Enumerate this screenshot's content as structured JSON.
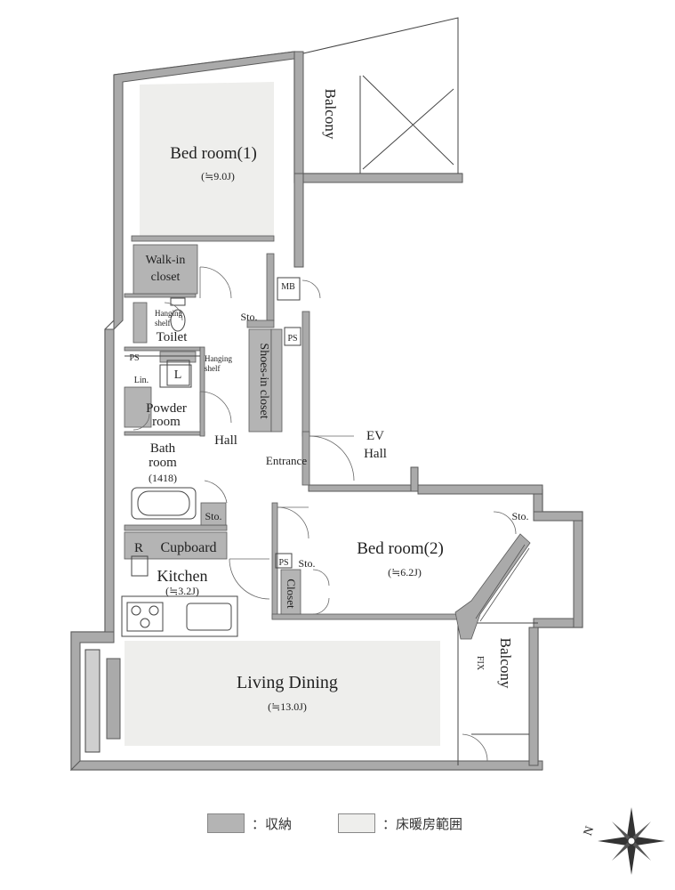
{
  "colors": {
    "wall": "#aaaaaa",
    "wall_edge": "#5a5a5a",
    "storage": "#b4b4b4",
    "floor_heating": "#eeeeec",
    "line": "#444444"
  },
  "rooms": {
    "bedroom1": {
      "name": "Bed room(1)",
      "size": "(≒9.0J)"
    },
    "bedroom2": {
      "name": "Bed room(2)",
      "size": "(≒6.2J)"
    },
    "kitchen": {
      "name": "Kitchen",
      "size": "(≒3.2J)"
    },
    "living": {
      "name": "Living Dining",
      "size": "(≒13.0J)"
    },
    "walkin_closet": {
      "line1": "Walk-in",
      "line2": "closet"
    },
    "toilet": "Toilet",
    "powder_room": {
      "line1": "Powder",
      "line2": "room"
    },
    "bath_room": {
      "line1": "Bath",
      "line2": "room",
      "size": "(1418)"
    },
    "hall": "Hall",
    "entrance": "Entrance",
    "ev_hall": {
      "line1": "EV",
      "line2": "Hall"
    },
    "shoes_in_closet": "Shoes-in closet",
    "closet": "Closet",
    "cupboard": "Cupboard",
    "balcony_top": "Balcony",
    "balcony_right": "Balcony"
  },
  "small_labels": {
    "mb": "MB",
    "ps_top": "PS",
    "ps_left": "PS",
    "ps_bed2": "PS",
    "sto_top": "Sto.",
    "sto_kitchen": "Sto.",
    "sto_bed2": "Sto.",
    "sto_corner": "Sto.",
    "hanging_shelf_1a": "Hanging",
    "hanging_shelf_1b": "shelf",
    "hanging_shelf_2a": "Hanging",
    "hanging_shelf_2b": "shelf",
    "l_mark": "L",
    "lin": "Lin.",
    "r_mark": "R",
    "fix": "FIX"
  },
  "legend": {
    "storage_label": "：収納",
    "heating_label": "：床暖房範囲"
  },
  "compass": {
    "north_label": "N"
  }
}
